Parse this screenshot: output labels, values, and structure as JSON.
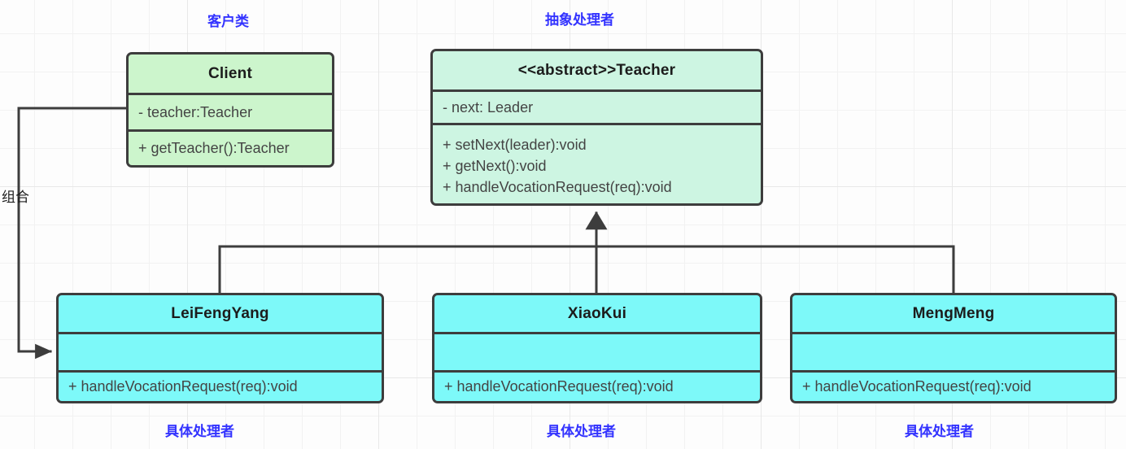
{
  "diagram": {
    "title_notes": {
      "client": "客户类",
      "abstract_handler": "抽象处理者",
      "concrete_handler": "具体处理者"
    },
    "relation_labels": {
      "composition": "组合"
    },
    "colors": {
      "client_fill": "#ccf5cc",
      "abstract_fill": "#cdf5e2",
      "concrete_fill": "#7df9f9",
      "border": "#3d3d3d",
      "note_text": "#3333ff",
      "member_text": "#444444",
      "grid_line": "#e8e8e8"
    },
    "classes": {
      "client": {
        "name": "Client",
        "attributes": [
          "- teacher:Teacher"
        ],
        "operations": [
          "+ getTeacher():Teacher"
        ]
      },
      "teacher": {
        "name": "<<abstract>>Teacher",
        "attributes": [
          "- next: Leader"
        ],
        "operations": [
          "+ setNext(leader):void",
          "+ getNext():void",
          "+ handleVocationRequest(req):void"
        ]
      },
      "leifengyang": {
        "name": "LeiFengYang",
        "attributes": [],
        "operations": [
          "+ handleVocationRequest(req):void"
        ]
      },
      "xiaokui": {
        "name": "XiaoKui",
        "attributes": [],
        "operations": [
          "+ handleVocationRequest(req):void"
        ]
      },
      "mengmeng": {
        "name": "MengMeng",
        "attributes": [],
        "operations": [
          "+ handleVocationRequest(req):void"
        ]
      }
    }
  }
}
